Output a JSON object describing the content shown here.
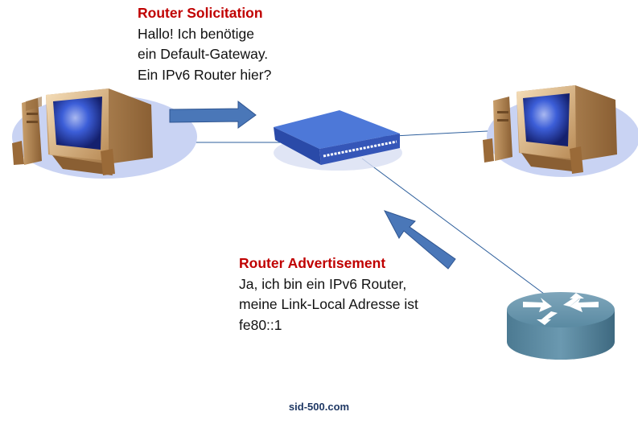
{
  "solicitation": {
    "title": "Router Solicitation",
    "line1": [
      "Hallo!",
      "Ich",
      "benötige"
    ],
    "line2": [
      "ein",
      "Default-Gateway."
    ],
    "line3": "Ein IPv6 Router hier?"
  },
  "advertisement": {
    "title": "Router Advertisement",
    "line1": [
      "Ja,",
      "ich",
      "bin",
      "ein",
      "IPv6",
      "Router,"
    ],
    "line2": [
      "meine",
      "Link-Local",
      "Adresse",
      "ist"
    ],
    "line3": "fe80::1"
  },
  "footer": {
    "text": "sid-500.com"
  },
  "colors": {
    "title": "#c00000",
    "arrow": "#4a77b8",
    "link": "#2e5f9c",
    "switch": "#4169c6",
    "router": "#5f8ea6"
  },
  "icons": [
    "computer-left-icon",
    "computer-right-icon",
    "switch-icon",
    "router-icon",
    "arrow-right-icon",
    "arrow-up-left-icon"
  ]
}
